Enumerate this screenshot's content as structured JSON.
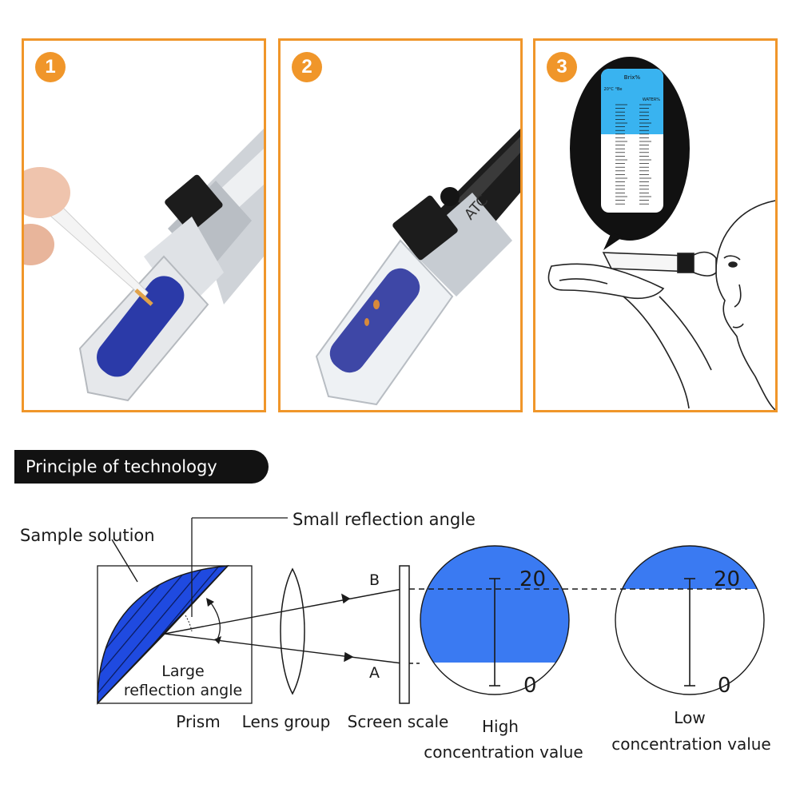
{
  "steps": [
    {
      "number": "1"
    },
    {
      "number": "2"
    },
    {
      "number": "3"
    }
  ],
  "device_label": "ATC",
  "viewfinder": {
    "header": "Brix%",
    "left_col": "20°C\n°Be",
    "right_col": "WATER%"
  },
  "section": {
    "title": "Principle of technology"
  },
  "diagram": {
    "sample_solution": "Sample solution",
    "small_angle": "Small reflection angle",
    "large_angle_line1": "Large",
    "large_angle_line2": "reflection angle",
    "point_b": "B",
    "point_a": "A",
    "prism": "Prism",
    "lens_group": "Lens group",
    "screen_scale": "Screen scale",
    "high_line1": "High",
    "high_line2": "concentration value",
    "low_line1": "Low",
    "low_line2": "concentration value",
    "scale_top": "20",
    "scale_bottom": "0",
    "scale_top_2": "20",
    "scale_bottom_2": "0"
  },
  "colors": {
    "accent": "#f0962a",
    "prism_blue": "#1f4ae0",
    "field_blue": "#3a7af2",
    "viewfinder_blue": "#39b3f0",
    "banner": "#121212"
  }
}
